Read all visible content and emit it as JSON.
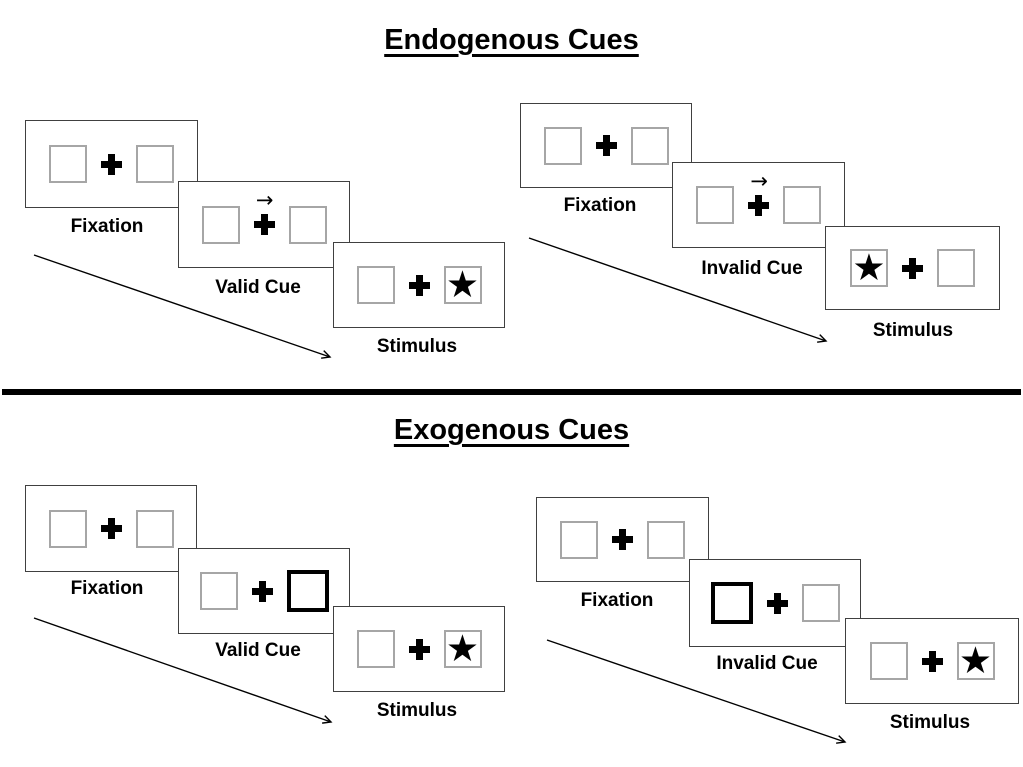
{
  "sections": {
    "endogenous": {
      "title": "Endogenous Cues",
      "cue_style": "central arrow",
      "valid": {
        "fixation_label": "Fixation",
        "cue_label": "Valid Cue",
        "stimulus_label": "Stimulus",
        "cue_symbol": "→",
        "stimulus_left": "",
        "stimulus_right": "★"
      },
      "invalid": {
        "fixation_label": "Fixation",
        "cue_label": "Invalid Cue",
        "stimulus_label": "Stimulus",
        "cue_symbol": "→",
        "stimulus_left": "★",
        "stimulus_right": ""
      }
    },
    "exogenous": {
      "title": "Exogenous Cues",
      "cue_style": "peripheral box highlight",
      "valid": {
        "fixation_label": "Fixation",
        "cue_label": "Valid Cue",
        "stimulus_label": "Stimulus",
        "cued_box": "right",
        "stimulus_left": "",
        "stimulus_right": "★"
      },
      "invalid": {
        "fixation_label": "Fixation",
        "cue_label": "Invalid Cue",
        "stimulus_label": "Stimulus",
        "cued_box": "left",
        "stimulus_left": "",
        "stimulus_right": "★"
      }
    }
  },
  "symbols": {
    "star": "★",
    "right_arrow": "→",
    "fixation_cross": "+"
  },
  "colors": {
    "background": "#ffffff",
    "panel_border": "#404040",
    "box_border": "#a6a6a6",
    "ink": "#000000"
  }
}
